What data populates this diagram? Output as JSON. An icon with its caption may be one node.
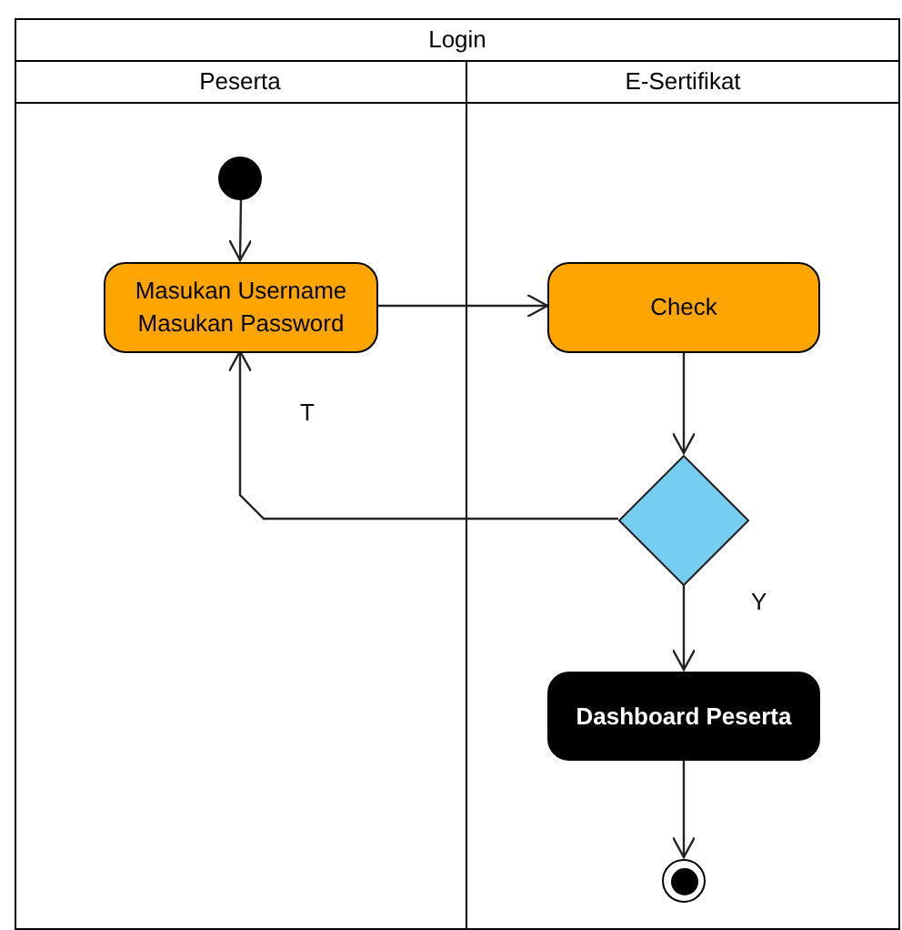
{
  "diagram": {
    "nodes": [
      {
        "text": [
          "Login"
        ]
      },
      {
        "text": [
          "Peserta"
        ],
        "in": 0
      },
      {
        "text": [
          "E-Sertifikat"
        ],
        "in": 0
      },
      {
        "text": [],
        "shape": "circle",
        "in": 1
      },
      {
        "text": [
          "Masukan Username Masukan Password"
        ],
        "in": 1
      },
      {
        "text": [
          "Check"
        ],
        "in": 2
      },
      {
        "text": [],
        "shape": "diamond",
        "in": 2
      },
      {
        "text": [
          "Dashboard Peserta"
        ],
        "in": 2
      },
      {
        "text": [],
        "shape": "circle",
        "in": 2
      }
    ],
    "edges": [
      {
        "from": 3,
        "to": 4,
        "arrow": "to"
      },
      {
        "from": 4,
        "to": 5,
        "arrow": "to"
      },
      {
        "from": 5,
        "to": 6,
        "arrow": "to"
      },
      {
        "from": 6,
        "to": 4,
        "arrow": "to",
        "label": "T"
      },
      {
        "from": 6,
        "to": 7,
        "arrow": "to",
        "label": "Y"
      },
      {
        "from": 7,
        "to": 8,
        "arrow": "to"
      }
    ]
  }
}
